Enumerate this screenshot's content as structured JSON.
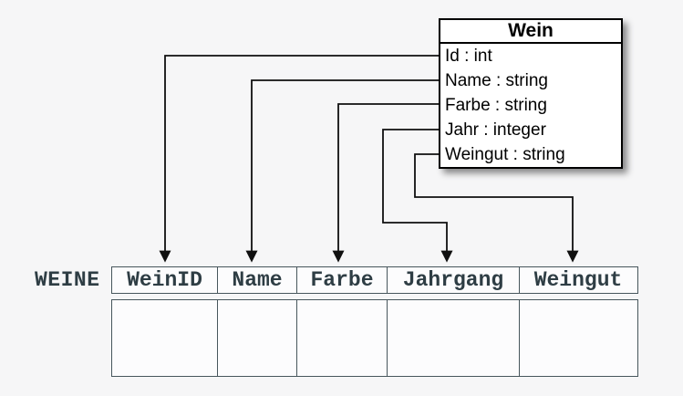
{
  "diagram": {
    "uml_class": {
      "title": "Wein",
      "attributes": [
        "Id : int",
        "Name : string",
        "Farbe : string",
        "Jahr : integer",
        "Weingut : string"
      ]
    },
    "table": {
      "label": "WEINE",
      "columns": [
        "WeinID",
        "Name",
        "Farbe",
        "Jahrgang",
        "Weingut"
      ]
    },
    "mappings": [
      {
        "from": "Id",
        "to": "WeinID"
      },
      {
        "from": "Name",
        "to": "Name"
      },
      {
        "from": "Farbe",
        "to": "Farbe"
      },
      {
        "from": "Jahr",
        "to": "Jahrgang"
      },
      {
        "from": "Weingut",
        "to": "Weingut"
      }
    ],
    "colors": {
      "page_background": "#f6f6f7",
      "box_background": "#ffffff",
      "box_border": "#000000",
      "arrow": "#101010",
      "table_border": "#47565c",
      "table_text": "#2e3d44"
    }
  }
}
